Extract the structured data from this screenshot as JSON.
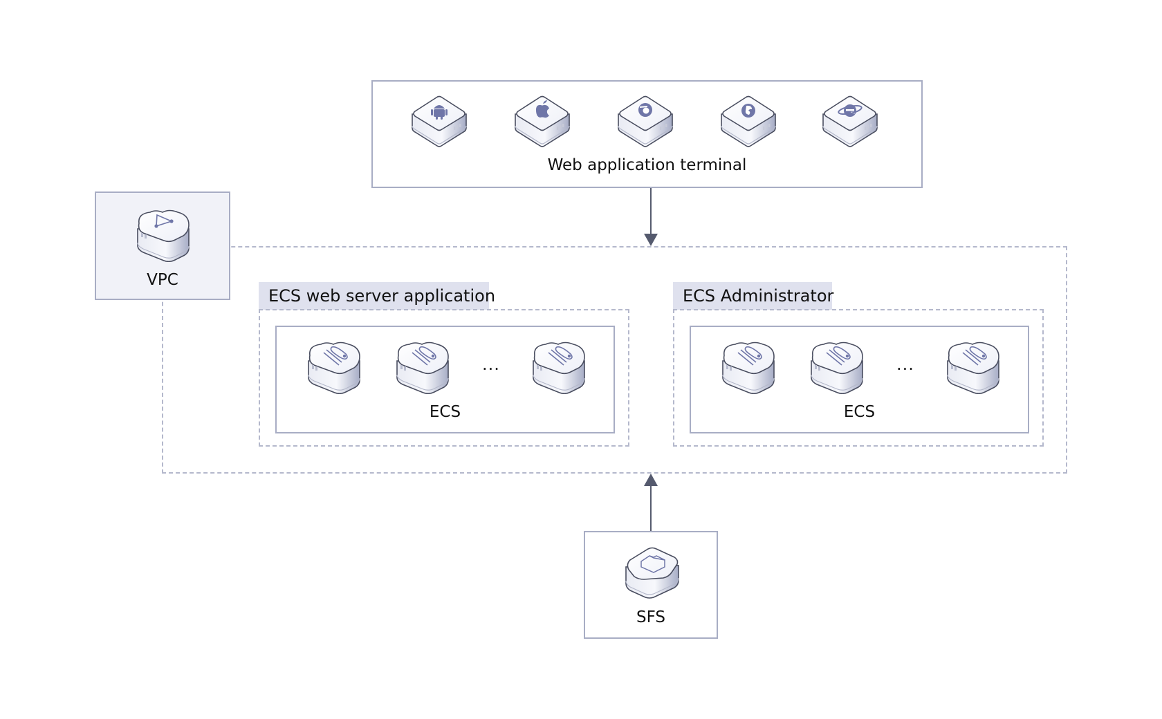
{
  "diagram": {
    "web_terminal": {
      "label": "Web application terminal",
      "clients": [
        {
          "name": "android-icon"
        },
        {
          "name": "apple-icon"
        },
        {
          "name": "chrome-icon"
        },
        {
          "name": "firefox-icon"
        },
        {
          "name": "ie-icon"
        }
      ]
    },
    "vpc": {
      "label": "VPC",
      "icon": "vpc-icon"
    },
    "groups": [
      {
        "title": "ECS web server application",
        "node_label": "ECS",
        "ellipsis": "..."
      },
      {
        "title": "ECS Administrator",
        "node_label": "ECS",
        "ellipsis": "..."
      }
    ],
    "sfs": {
      "label": "SFS",
      "icon": "sfs-icon"
    },
    "edges": [
      {
        "from": "Web application terminal",
        "to": "VPC",
        "direction": "down"
      },
      {
        "from": "SFS",
        "to": "VPC",
        "direction": "up"
      }
    ],
    "colors": {
      "border": "#a8adc4",
      "dashed": "#b4b8cc",
      "label_bg": "#dfe1ee",
      "vpc_bg": "#f1f2f8",
      "arrow": "#555a6e",
      "glyph": "#6f76a8"
    }
  }
}
